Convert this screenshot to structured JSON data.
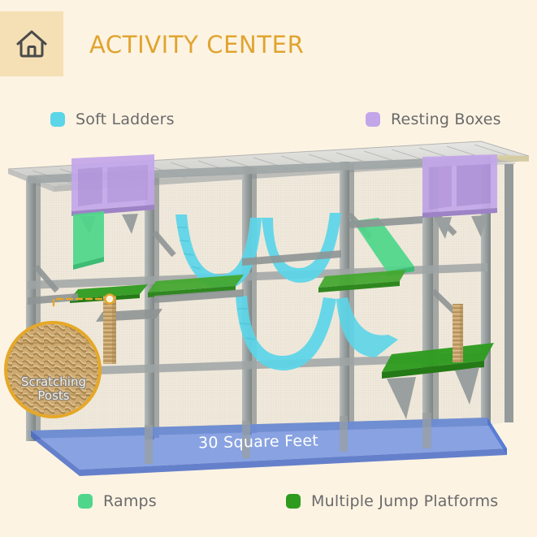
{
  "header": {
    "icon": "home-icon",
    "title": "ACTIVITY CENTER",
    "title_color": "#E0A42E",
    "icon_tile_color": "#F4E0B4"
  },
  "background_color": "#FDF3E3",
  "legend": [
    {
      "id": "soft-ladders",
      "label": "Soft Ladders",
      "color": "#5BD5E8"
    },
    {
      "id": "resting-boxes",
      "label": "Resting Boxes",
      "color": "#C3A6EA"
    },
    {
      "id": "ramps",
      "label": "Ramps",
      "color": "#4FD68A"
    },
    {
      "id": "jump-platforms",
      "label": "Multiple Jump Platforms",
      "color": "#2E9B1E"
    }
  ],
  "callout": {
    "id": "scratching-posts",
    "caption": "Scratching Posts",
    "ring_color": "#E5A828",
    "connector": "dashed-line"
  },
  "floor": {
    "label": "30 Square Feet",
    "color": "#5B82E0",
    "label_color": "#FFFFFF"
  },
  "illustration": {
    "name": "cat-catio-activity-center",
    "frame_color": "#9AA0A0",
    "mesh_color": "#EFE9DC",
    "roof_color": "#D9D9D6",
    "rope_color": "#C9A86B",
    "components": [
      {
        "type": "resting-box",
        "color": "#C3A6EA"
      },
      {
        "type": "soft-ladder",
        "color": "#5BD5E8"
      },
      {
        "type": "ramp",
        "color": "#4FD68A"
      },
      {
        "type": "jump-platform",
        "color": "#2E9B1E"
      },
      {
        "type": "scratching-post",
        "color": "#C9A86B"
      }
    ]
  }
}
